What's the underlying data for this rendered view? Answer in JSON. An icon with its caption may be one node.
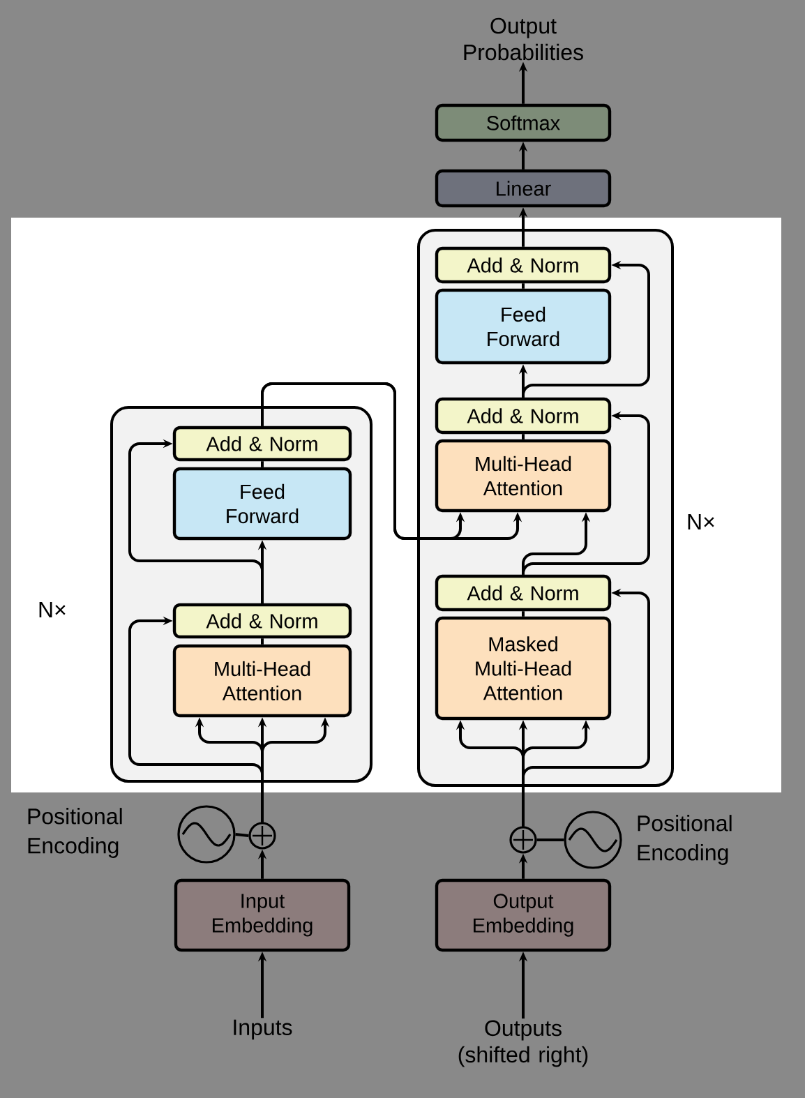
{
  "diagram": {
    "nodes": [
      {
        "text": [
          "Output Probabilities"
        ]
      },
      {
        "text": [
          "Softmax"
        ]
      },
      {
        "text": [
          "Linear"
        ]
      },
      {
        "text": [],
        "shape": "box",
        "beside": [
          "N×"
        ]
      },
      {
        "text": [
          "Add & Norm"
        ],
        "in": 3
      },
      {
        "text": [
          "Feed Forward"
        ],
        "in": 3
      },
      {
        "text": [
          "Add & Norm"
        ],
        "in": 3
      },
      {
        "text": [
          "Multi-Head Attention"
        ],
        "in": 3
      },
      {
        "text": [
          "Add & Norm"
        ],
        "in": 3
      },
      {
        "text": [
          "Masked Multi-Head Attention"
        ],
        "in": 3
      },
      {
        "text": [],
        "shape": "box",
        "beside": [
          "N×"
        ]
      },
      {
        "text": [
          "Add & Norm"
        ],
        "in": 10
      },
      {
        "text": [
          "Feed Forward"
        ],
        "in": 10
      },
      {
        "text": [
          "Add & Norm"
        ],
        "in": 10
      },
      {
        "text": [
          "Multi-Head Attention"
        ],
        "in": 10
      },
      {
        "text": [],
        "shape": "circle",
        "beside": [
          "Positional Encoding"
        ]
      },
      {
        "text": [],
        "shape": "circle"
      },
      {
        "text": [],
        "shape": "circle",
        "beside": [
          "Positional Encoding"
        ]
      },
      {
        "text": [],
        "shape": "circle"
      },
      {
        "text": [
          "Input Embedding"
        ]
      },
      {
        "text": [
          "Output Embedding"
        ]
      },
      {
        "text": [
          "Inputs"
        ]
      },
      {
        "text": [
          "Outputs (shifted right)"
        ]
      }
    ],
    "edges": [
      {
        "from": 1,
        "to": 0,
        "arrow": "to"
      },
      {
        "from": 2,
        "to": 1,
        "arrow": "to"
      },
      {
        "from": 4,
        "to": 2,
        "arrow": "to"
      },
      {
        "from": 5,
        "to": 4,
        "arrow": "none"
      },
      {
        "from": 6,
        "to": 5,
        "arrow": "to"
      },
      {
        "from": 6,
        "to": 4,
        "arrow": "to"
      },
      {
        "from": 7,
        "to": 6,
        "arrow": "none"
      },
      {
        "from": 8,
        "to": 7,
        "arrow": "to"
      },
      {
        "from": 8,
        "to": 6,
        "arrow": "to"
      },
      {
        "from": 9,
        "to": 8,
        "arrow": "none"
      },
      {
        "from": 18,
        "to": 9,
        "arrow": "to"
      },
      {
        "from": 18,
        "to": 9,
        "arrow": "to"
      },
      {
        "from": 18,
        "to": 9,
        "arrow": "to"
      },
      {
        "from": 18,
        "to": 8,
        "arrow": "to"
      },
      {
        "from": 11,
        "to": 7,
        "arrow": "to"
      },
      {
        "from": 11,
        "to": 7,
        "arrow": "to"
      },
      {
        "from": 12,
        "to": 11,
        "arrow": "none"
      },
      {
        "from": 13,
        "to": 12,
        "arrow": "to"
      },
      {
        "from": 13,
        "to": 11,
        "arrow": "to"
      },
      {
        "from": 14,
        "to": 13,
        "arrow": "none"
      },
      {
        "from": 16,
        "to": 14,
        "arrow": "to"
      },
      {
        "from": 16,
        "to": 14,
        "arrow": "to"
      },
      {
        "from": 16,
        "to": 14,
        "arrow": "to"
      },
      {
        "from": 16,
        "to": 13,
        "arrow": "to"
      },
      {
        "from": 15,
        "to": 16,
        "arrow": "none"
      },
      {
        "from": 19,
        "to": 16,
        "arrow": "to"
      },
      {
        "from": 21,
        "to": 19,
        "arrow": "to"
      },
      {
        "from": 17,
        "to": 18,
        "arrow": "none"
      },
      {
        "from": 20,
        "to": 18,
        "arrow": "to"
      },
      {
        "from": 22,
        "to": 20,
        "arrow": "to"
      }
    ]
  }
}
